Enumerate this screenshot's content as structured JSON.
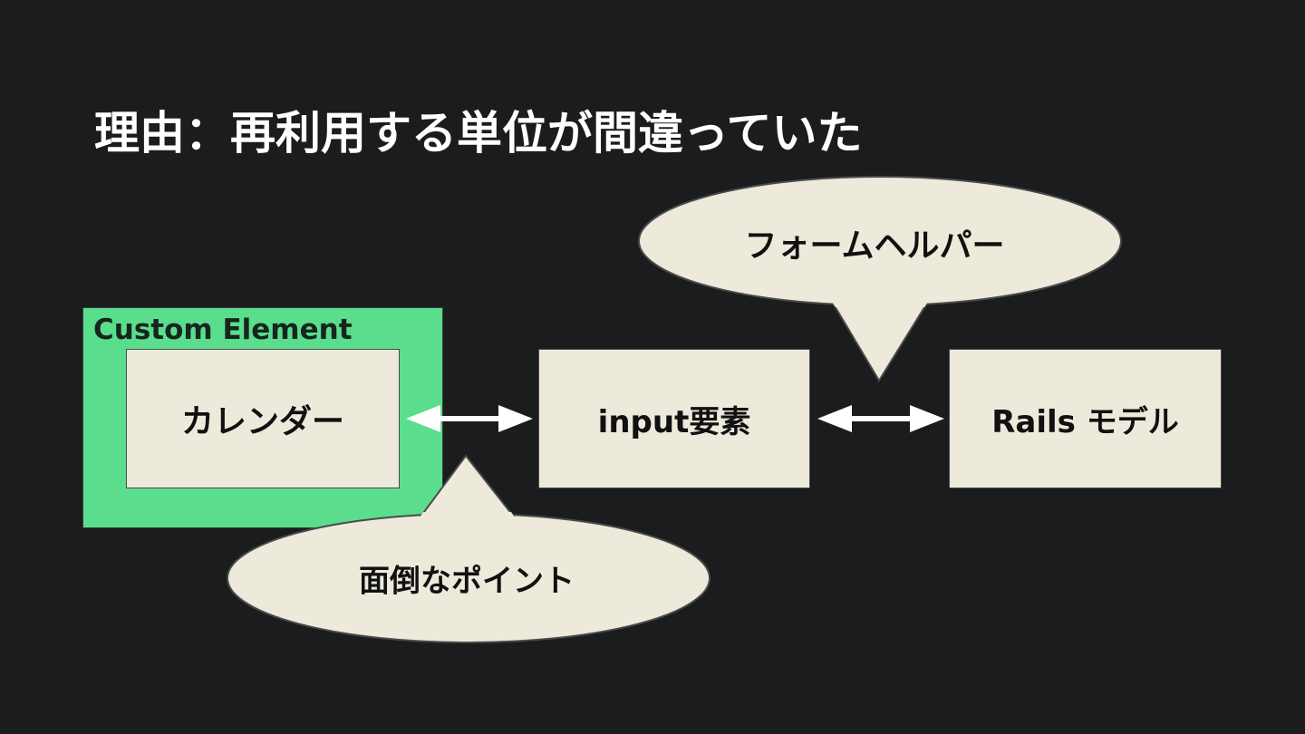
{
  "title": "理由：再利用する単位が間違っていた",
  "diagram": {
    "custom_element_label": "Custom Element",
    "boxes": {
      "calendar": "カレンダー",
      "input": "input要素",
      "rails": "Rails モデル"
    },
    "callouts": {
      "form_helper": "フォームヘルパー",
      "pain_point": "面倒なポイント"
    }
  },
  "colors": {
    "background": "#1b1c1e",
    "custom_element": "#5ade8e",
    "box_fill": "#edeadc",
    "arrow": "#ffffff"
  }
}
